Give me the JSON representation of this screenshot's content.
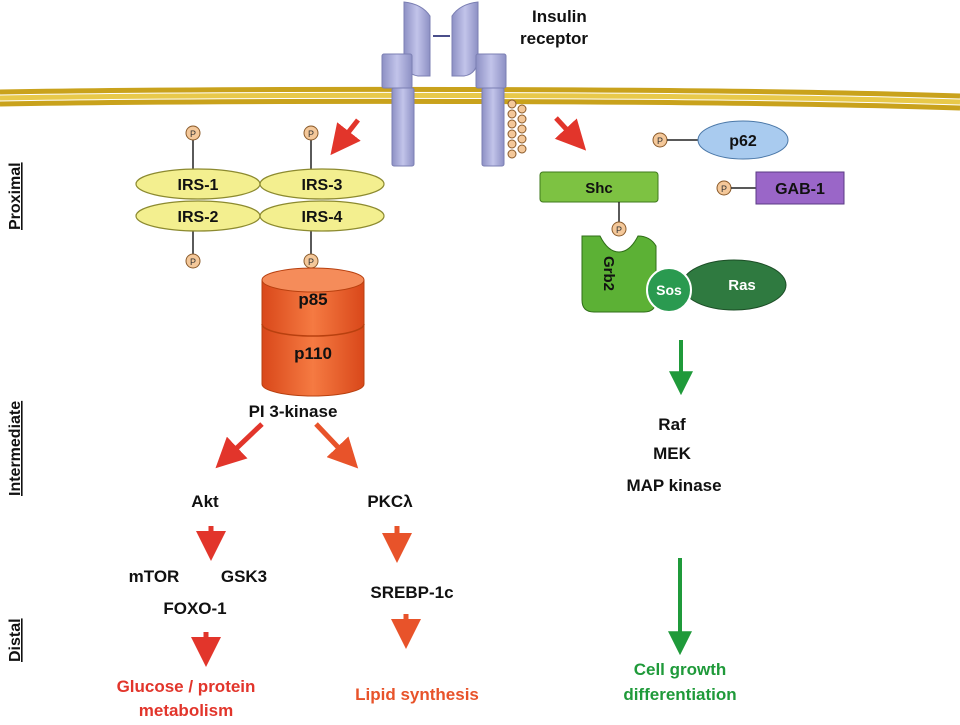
{
  "receptor": {
    "label_line1": "Insulin",
    "label_line2": "receptor"
  },
  "stages": {
    "proximal": "Proximal",
    "intermediate": "Intermediate",
    "distal": "Distal"
  },
  "phospho": "P",
  "irs": {
    "irs1": "IRS-1",
    "irs2": "IRS-2",
    "irs3": "IRS-3",
    "irs4": "IRS-4"
  },
  "pi3k": {
    "p85": "p85",
    "p110": "p110",
    "label": "PI 3-kinase"
  },
  "left_branch": {
    "akt": "Akt",
    "mtor": "mTOR",
    "gsk3": "GSK3",
    "foxo1": "FOXO-1",
    "outcome_line1": "Glucose / protein",
    "outcome_line2": "metabolism"
  },
  "middle_branch": {
    "pkc": "PKCλ",
    "srebp": "SREBP-1c",
    "outcome": "Lipid synthesis"
  },
  "right_branch": {
    "p62": "p62",
    "gab1": "GAB-1",
    "shc": "Shc",
    "grb2": "Grb2",
    "sos": "Sos",
    "ras": "Ras",
    "raf": "Raf",
    "mek": "MEK",
    "mapk": "MAP kinase",
    "outcome_line1": "Cell growth",
    "outcome_line2": "differentiation"
  },
  "colors": {
    "membrane": "#d9b52a",
    "receptor": "#a9abd6",
    "irs": "#f3ef8f",
    "pi3k": "#f0642d",
    "red_arrow": "#e2352b",
    "orange_arrow": "#e8532a",
    "green_arrow": "#1f9a3a",
    "shc": "#7dc242",
    "grb2": "#5cb135",
    "sos": "#2a9a50",
    "ras": "#2f7a40",
    "p62": "#a9cbef",
    "gab1": "#9a66c8",
    "phospho": "#f4c89a"
  }
}
